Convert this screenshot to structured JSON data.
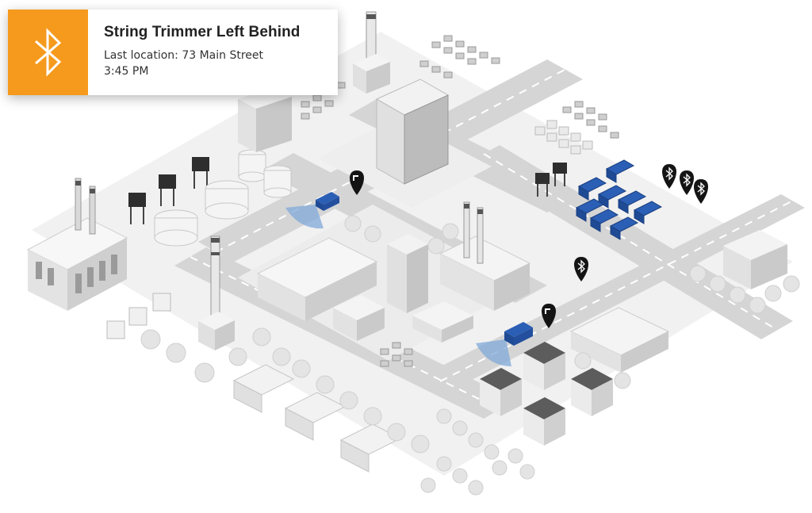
{
  "notification": {
    "title": "String Trimmer Left Behind",
    "location_line": "Last location: 73 Main Street",
    "time": "3:45 PM",
    "icon": "bluetooth-icon"
  },
  "map": {
    "tracked_vehicles": 2,
    "bluetooth_pins": 4,
    "colors": {
      "accent": "#f59a1c",
      "vehicle": "#2b5fb5",
      "road": "#d7d7d7",
      "ground": "#f0f0f0",
      "pin": "#141414",
      "signal": "#7fa8d8"
    }
  }
}
